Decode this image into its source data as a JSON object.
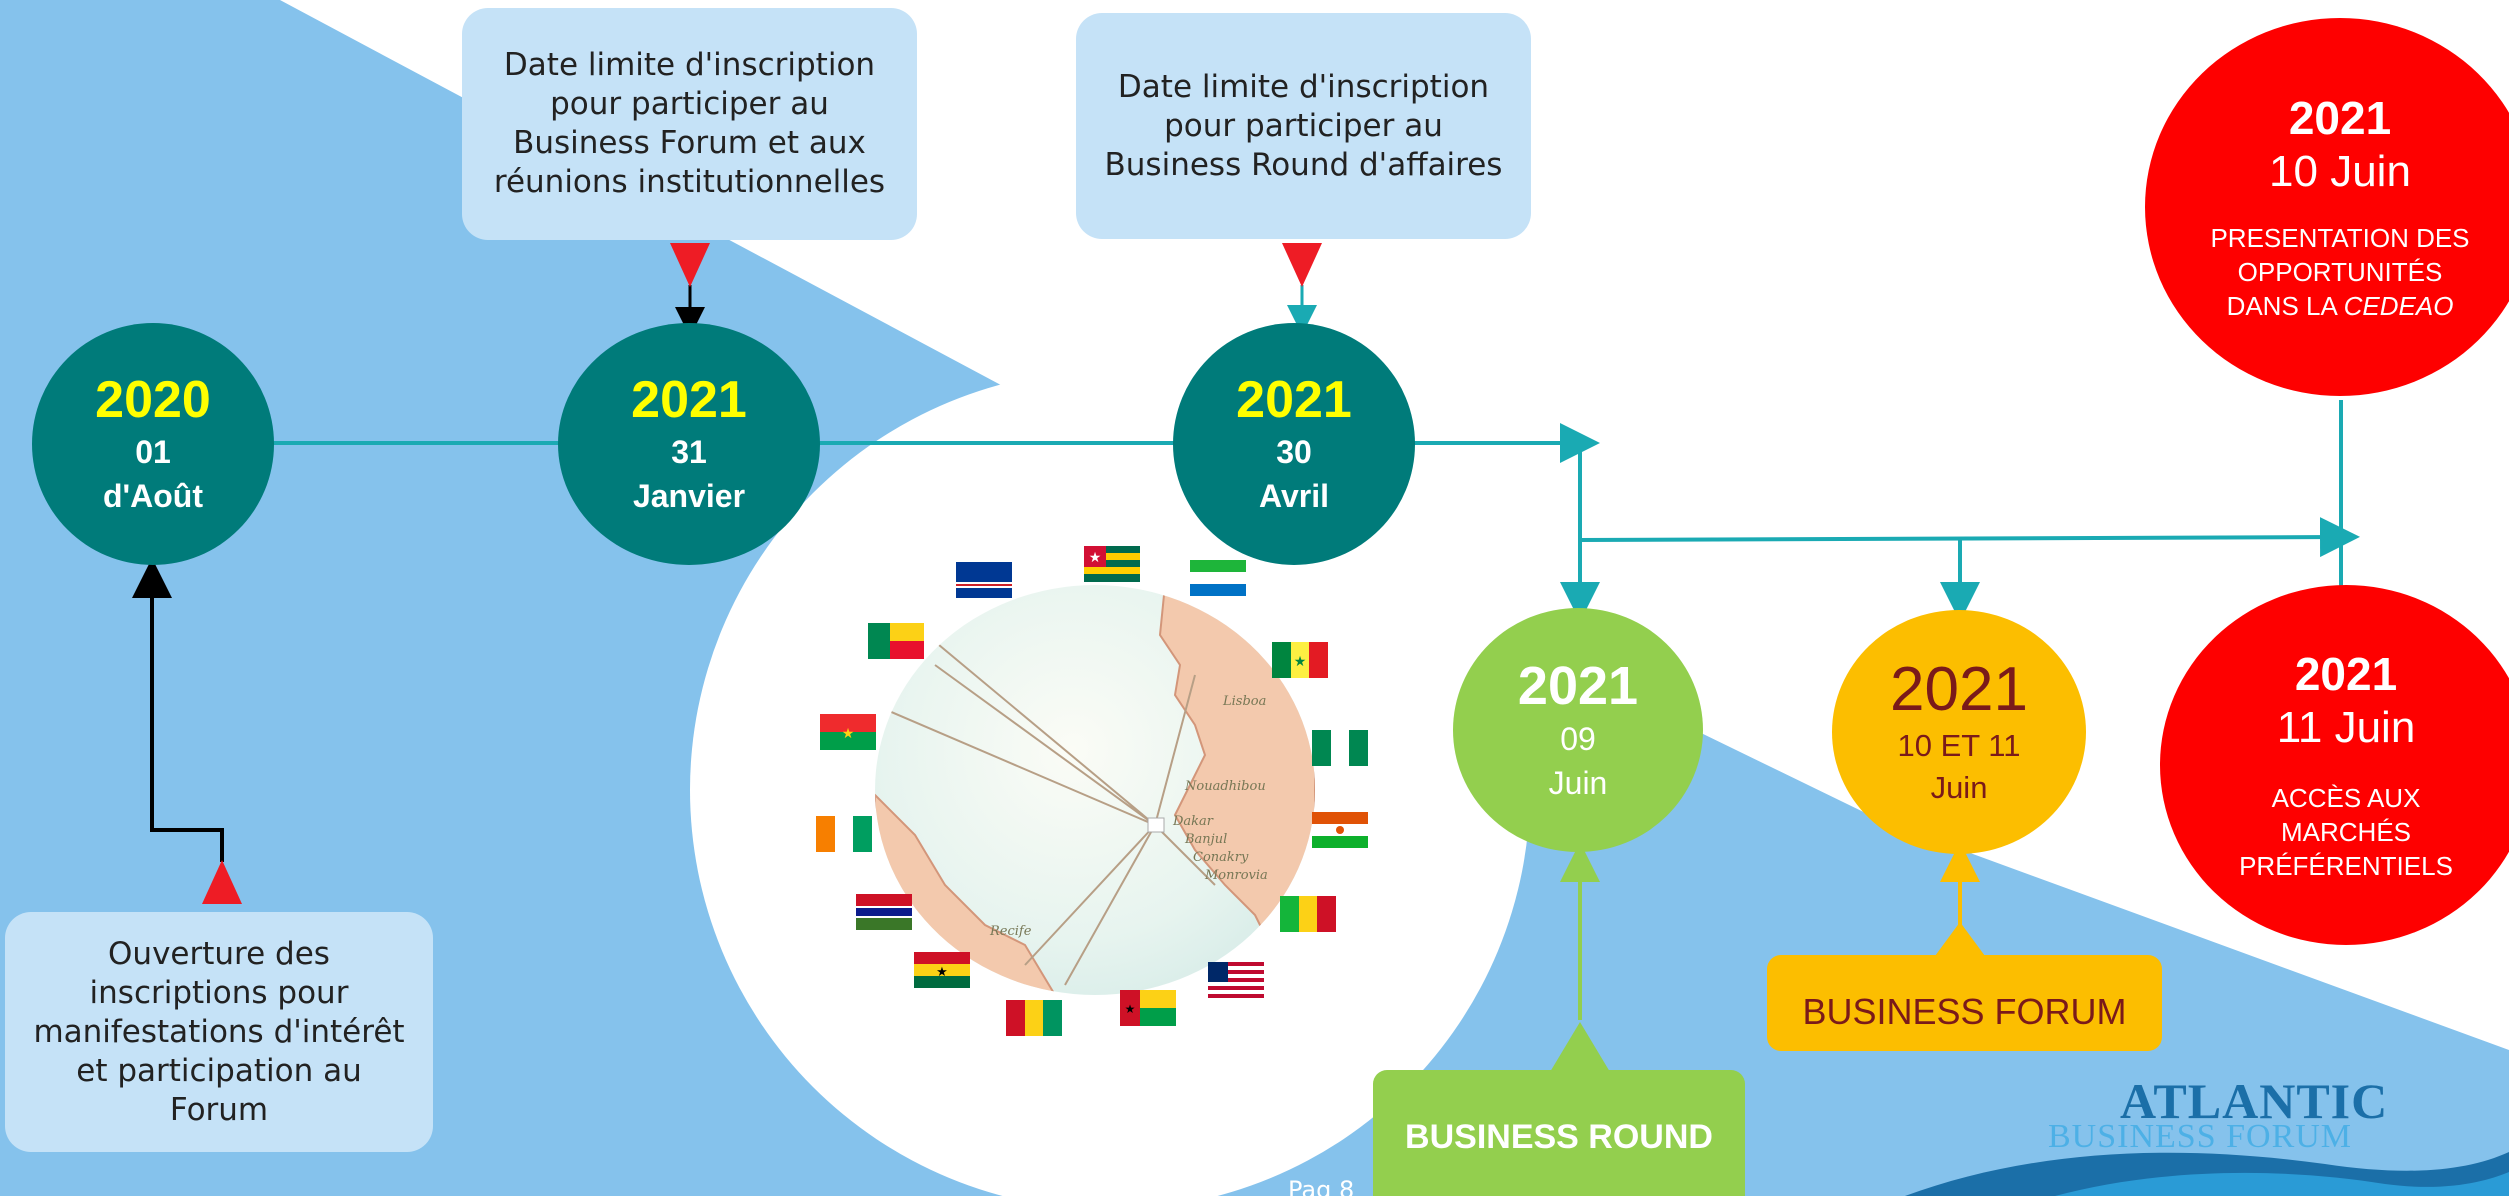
{
  "timeline": {
    "event_2020": {
      "year": "2020",
      "day": "01",
      "month": "d'Août"
    },
    "event_jan": {
      "year": "2021",
      "day": "31",
      "month": "Janvier"
    },
    "event_apr": {
      "year": "2021",
      "day": "30",
      "month": "Avril"
    },
    "event_jun9": {
      "year": "2021",
      "day": "09",
      "month": "Juin"
    },
    "event_jun10_11": {
      "year": "2021",
      "day": "10 ET 11",
      "month": "Juin"
    },
    "event_jun10": {
      "year": "2021",
      "date": "10 Juin",
      "desc_line1": "PRESENTATION DES",
      "desc_line2": "OPPORTUNITÉS",
      "desc_line3_prefix": "DANS LA ",
      "desc_line3_em": "CEDEAO"
    },
    "event_jun11": {
      "year": "2021",
      "date": "11 Juin",
      "desc_line1": "ACCÈS AUX",
      "desc_line2": "MARCHÉS",
      "desc_line3": "PRÉFÉRENTIELS"
    }
  },
  "callouts": {
    "forum_deadline": "Date limite d'inscription\npour participer au\nBusiness Forum et aux\nréunions institutionnelles",
    "round_deadline": "Date limite d'inscription\npour participer au\nBusiness Round d'affaires",
    "registration_open": "Ouverture des\ninscriptions pour\nmanifestations d'intérêt\net participation au\nForum"
  },
  "labels": {
    "business_round": "BUSINESS ROUND",
    "business_forum": "BUSINESS FORUM"
  },
  "logo": {
    "line1": "ATLANTIC",
    "line2": "BUSINESS FORUM"
  },
  "map_labels": [
    "Lisboa",
    "Nouadhibou",
    "Dakar",
    "Banjul",
    "Conakry",
    "Monrovia",
    "Recife"
  ],
  "footer": {
    "page": "Pag 8"
  },
  "colors": {
    "background_blue": "#85c2ec",
    "teal": "#007b7a",
    "green": "#93cf4e",
    "amber": "#fcbe00",
    "red": "#fe0000",
    "year_yellow": "#ffff00",
    "line_teal": "#1aaab3"
  },
  "icons": {
    "marker": "red-triangle-marker-icon",
    "flags": [
      "cape-verde-flag-icon",
      "togo-flag-icon",
      "sierra-leone-flag-icon",
      "benin-flag-icon",
      "senegal-flag-icon",
      "burkina-faso-flag-icon",
      "nigeria-flag-icon",
      "ivory-coast-flag-icon",
      "niger-flag-icon",
      "gambia-flag-icon",
      "mali-flag-icon",
      "ghana-flag-icon",
      "liberia-flag-icon",
      "guinea-flag-icon",
      "guinea-bissau-flag-icon"
    ]
  }
}
